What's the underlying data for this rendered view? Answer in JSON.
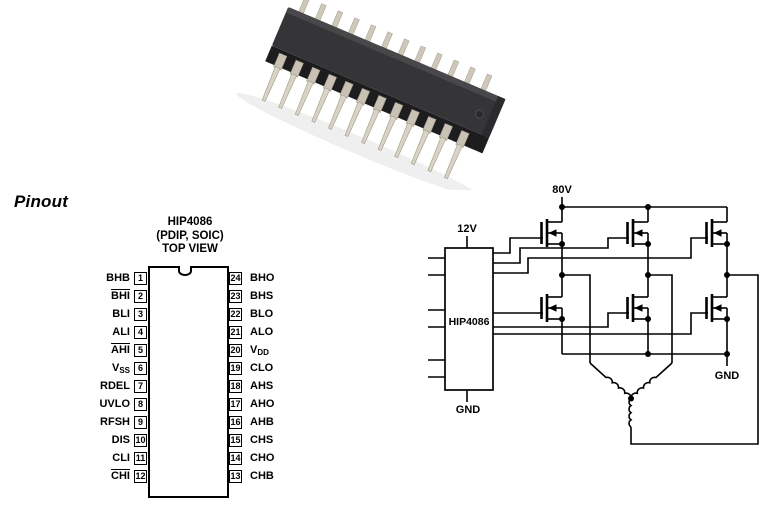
{
  "page": {
    "background": "#ffffff"
  },
  "heading": {
    "text": "Pinout"
  },
  "chip_photo": {
    "name": "dip24-package-photo",
    "body_color": "#353537",
    "body_side_color": "#1d1d1f",
    "pin_color": "#d9d3c3"
  },
  "pinout": {
    "title": "HIP4086",
    "subtitle": "(PDIP, SOIC)",
    "view": "TOP VIEW",
    "left_pins": [
      {
        "num": "1",
        "label": "BHB"
      },
      {
        "num": "2",
        "label": "BHI",
        "overline": true
      },
      {
        "num": "3",
        "label": "BLI"
      },
      {
        "num": "4",
        "label": "ALI"
      },
      {
        "num": "5",
        "label": "AHI",
        "overline": true
      },
      {
        "num": "6",
        "label": "V",
        "sub": "SS"
      },
      {
        "num": "7",
        "label": "RDEL"
      },
      {
        "num": "8",
        "label": "UVLO"
      },
      {
        "num": "9",
        "label": "RFSH"
      },
      {
        "num": "10",
        "label": "DIS"
      },
      {
        "num": "11",
        "label": "CLI"
      },
      {
        "num": "12",
        "label": "CHI",
        "overline": true
      }
    ],
    "right_pins": [
      {
        "num": "24",
        "label": "BHO"
      },
      {
        "num": "23",
        "label": "BHS"
      },
      {
        "num": "22",
        "label": "BLO"
      },
      {
        "num": "21",
        "label": "ALO"
      },
      {
        "num": "20",
        "label": "V",
        "sub": "DD"
      },
      {
        "num": "19",
        "label": "CLO"
      },
      {
        "num": "18",
        "label": "AHS"
      },
      {
        "num": "17",
        "label": "AHO"
      },
      {
        "num": "16",
        "label": "AHB"
      },
      {
        "num": "15",
        "label": "CHS"
      },
      {
        "num": "14",
        "label": "CHO"
      },
      {
        "num": "13",
        "label": "CHB"
      }
    ]
  },
  "schematic": {
    "line_color": "#000000",
    "labels": {
      "bus_voltage": "80V",
      "logic_supply": "12V",
      "driver": "HIP4086",
      "driver_ground": "GND",
      "bridge_ground": "GND"
    }
  }
}
